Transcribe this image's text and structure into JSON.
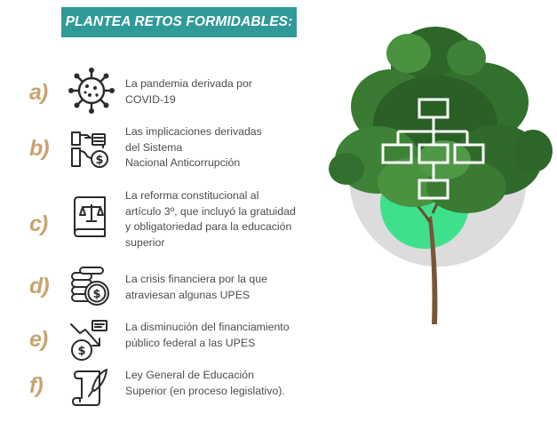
{
  "header": {
    "title": "PLANTEA RETOS FORMIDABLES:"
  },
  "items": [
    {
      "letter": "a)",
      "icon": "virus-icon",
      "text": "La pandemia derivada por\nCOVID-19"
    },
    {
      "letter": "b)",
      "icon": "hands-money-icon",
      "text": "Las implicaciones derivadas\ndel Sistema\nNacional Anticorrupción"
    },
    {
      "letter": "c)",
      "icon": "law-book-icon",
      "text": "La reforma constitucional al\nartículo 3º, que incluyó la gratuidad\ny obligatoriedad para la educación\nsuperior"
    },
    {
      "letter": "d)",
      "icon": "coins-icon",
      "text": "La crisis financiera por la que\natraviesan algunas UPES"
    },
    {
      "letter": "e)",
      "icon": "money-decrease-icon",
      "text": "La disminución del financiamiento\npúblico federal a las UPES"
    },
    {
      "letter": "f)",
      "icon": "scroll-quill-icon",
      "text": " Ley General de Educación\nSuperior (en proceso legislativo)."
    }
  ],
  "illustration": {
    "tree": "tree-icon",
    "diagram": "org-chart-icon"
  },
  "colors": {
    "banner": "#2f9a98",
    "letters": "#c8a46e",
    "text": "#4d4d4d",
    "circle_gray": "#dcdcdc",
    "circle_green": "#3fe08c"
  }
}
